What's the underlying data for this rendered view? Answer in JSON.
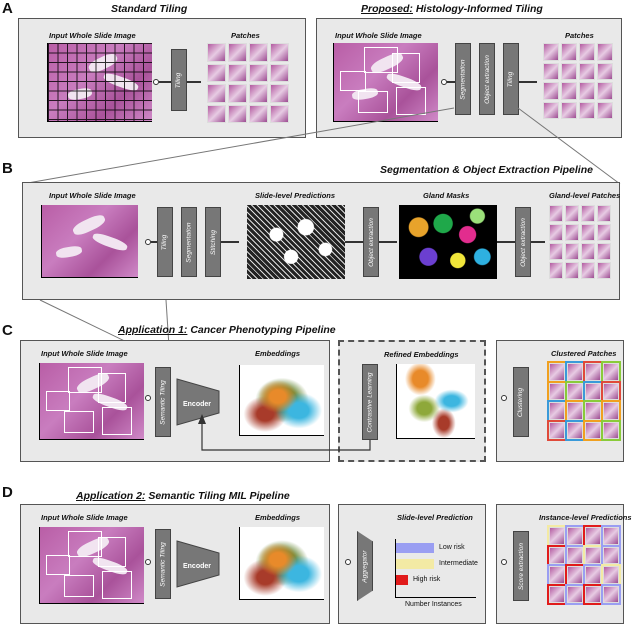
{
  "sections": {
    "a": "A",
    "b": "B",
    "c": "C",
    "d": "D"
  },
  "panel_a1": {
    "title": "Standard Tiling",
    "wsi_label": "Input Whole Slide Image",
    "patches_label": "Patches",
    "step": "Tiling"
  },
  "panel_a2": {
    "title_prefix": "Proposed:",
    "title_rest": " Histology-Informed Tiling",
    "wsi_label": "Input Whole Slide Image",
    "patches_label": "Patches",
    "step1": "Segmentation",
    "step2": "Object extraction",
    "step3": "Tiling"
  },
  "panel_b": {
    "title": "Segmentation & Object Extraction Pipeline",
    "wsi_label": "Input Whole Slide Image",
    "step1": "Tiling",
    "step2": "Segmentation",
    "step3": "Stitching",
    "pred_label": "Slide-level Predictions",
    "obj1": "Object extraction",
    "mask_label": "Gland Masks",
    "obj2": "Object extraction",
    "patch_label": "Gland-level  Patches"
  },
  "panel_c": {
    "title_prefix": "Application 1:",
    "title_rest": " Cancer Phenotyping Pipeline",
    "wsi_label": "Input Whole Slide Image",
    "tiling": "Semantic Tiling",
    "encoder": "Encoder",
    "emb_label": "Embeddings",
    "refined_label": "Refined Embeddings",
    "contrastive": "Contrastive Learning",
    "clustered_label": "Clustered Patches",
    "clustering": "Clustering"
  },
  "panel_d": {
    "title_prefix": "Application 2:",
    "title_rest": " Semantic Tiling MIL Pipeline",
    "wsi_label": "Input Whole Slide Image",
    "tiling": "Semantic Tiling",
    "encoder": "Encoder",
    "emb_label": "Embeddings",
    "pred_label": "Slide-level Prediction",
    "aggregator": "Aggregator",
    "low": "Low risk",
    "mid": "Intermediate",
    "high": "High risk",
    "xlabel": "Number Instances",
    "inst_label": "Instance-level Predictions",
    "score": "Score extraction"
  },
  "colors": {
    "low": "#9a9ef2",
    "mid": "#f3eaa4",
    "high": "#e11b1b"
  }
}
